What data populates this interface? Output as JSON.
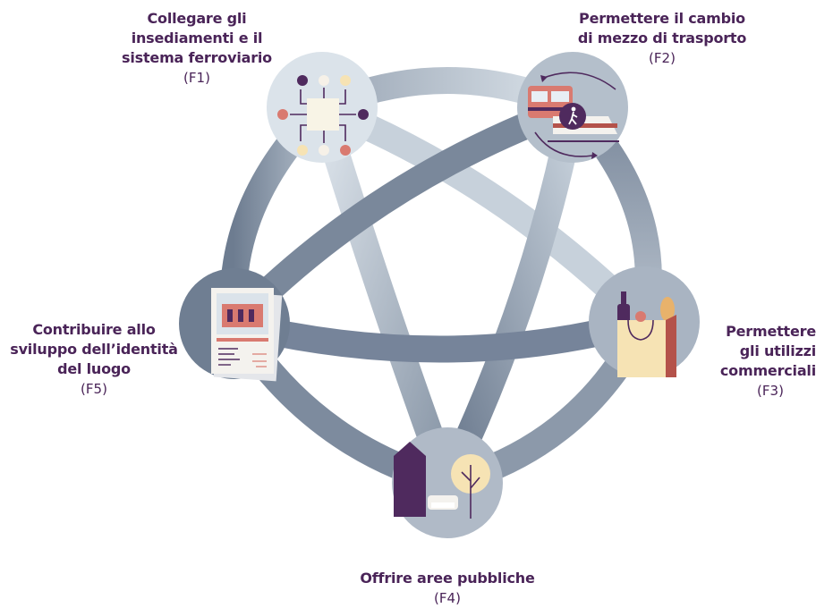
{
  "nodes": [
    {
      "id": "f1",
      "title_lines": [
        "Collegare gli",
        "insediamenti e il",
        "sistema ferroviario"
      ],
      "code": "(F1)",
      "icon": "connection-grid-icon"
    },
    {
      "id": "f2",
      "title_lines": [
        "Permettere il cambio",
        "di mezzo di trasporto"
      ],
      "code": "(F2)",
      "icon": "bus-train-pedestrian-icon"
    },
    {
      "id": "f3",
      "title_lines": [
        "Permettere",
        "gli utilizzi",
        "commerciali"
      ],
      "code": "(F3)",
      "icon": "shopping-bag-icon"
    },
    {
      "id": "f4",
      "title_lines": [
        "Offrire aree pubbliche"
      ],
      "code": "(F4)",
      "icon": "public-space-tree-bench-icon"
    },
    {
      "id": "f5",
      "title_lines": [
        "Contribuire allo",
        "sviluppo dell’identità",
        "del luogo"
      ],
      "code": "(F5)",
      "icon": "station-poster-icon"
    }
  ],
  "colors": {
    "ring_dark": "#6b7a8d",
    "ring_mid": "#9aa5b4",
    "ring_light": "#d4dde6",
    "node_bg": "#aeb9c6",
    "label_text": "#4a2458",
    "purple": "#4f2a5e",
    "cream": "#f6e3b4",
    "coral": "#d97a70",
    "brick": "#b4524a",
    "paper": "#f2f0ee"
  }
}
